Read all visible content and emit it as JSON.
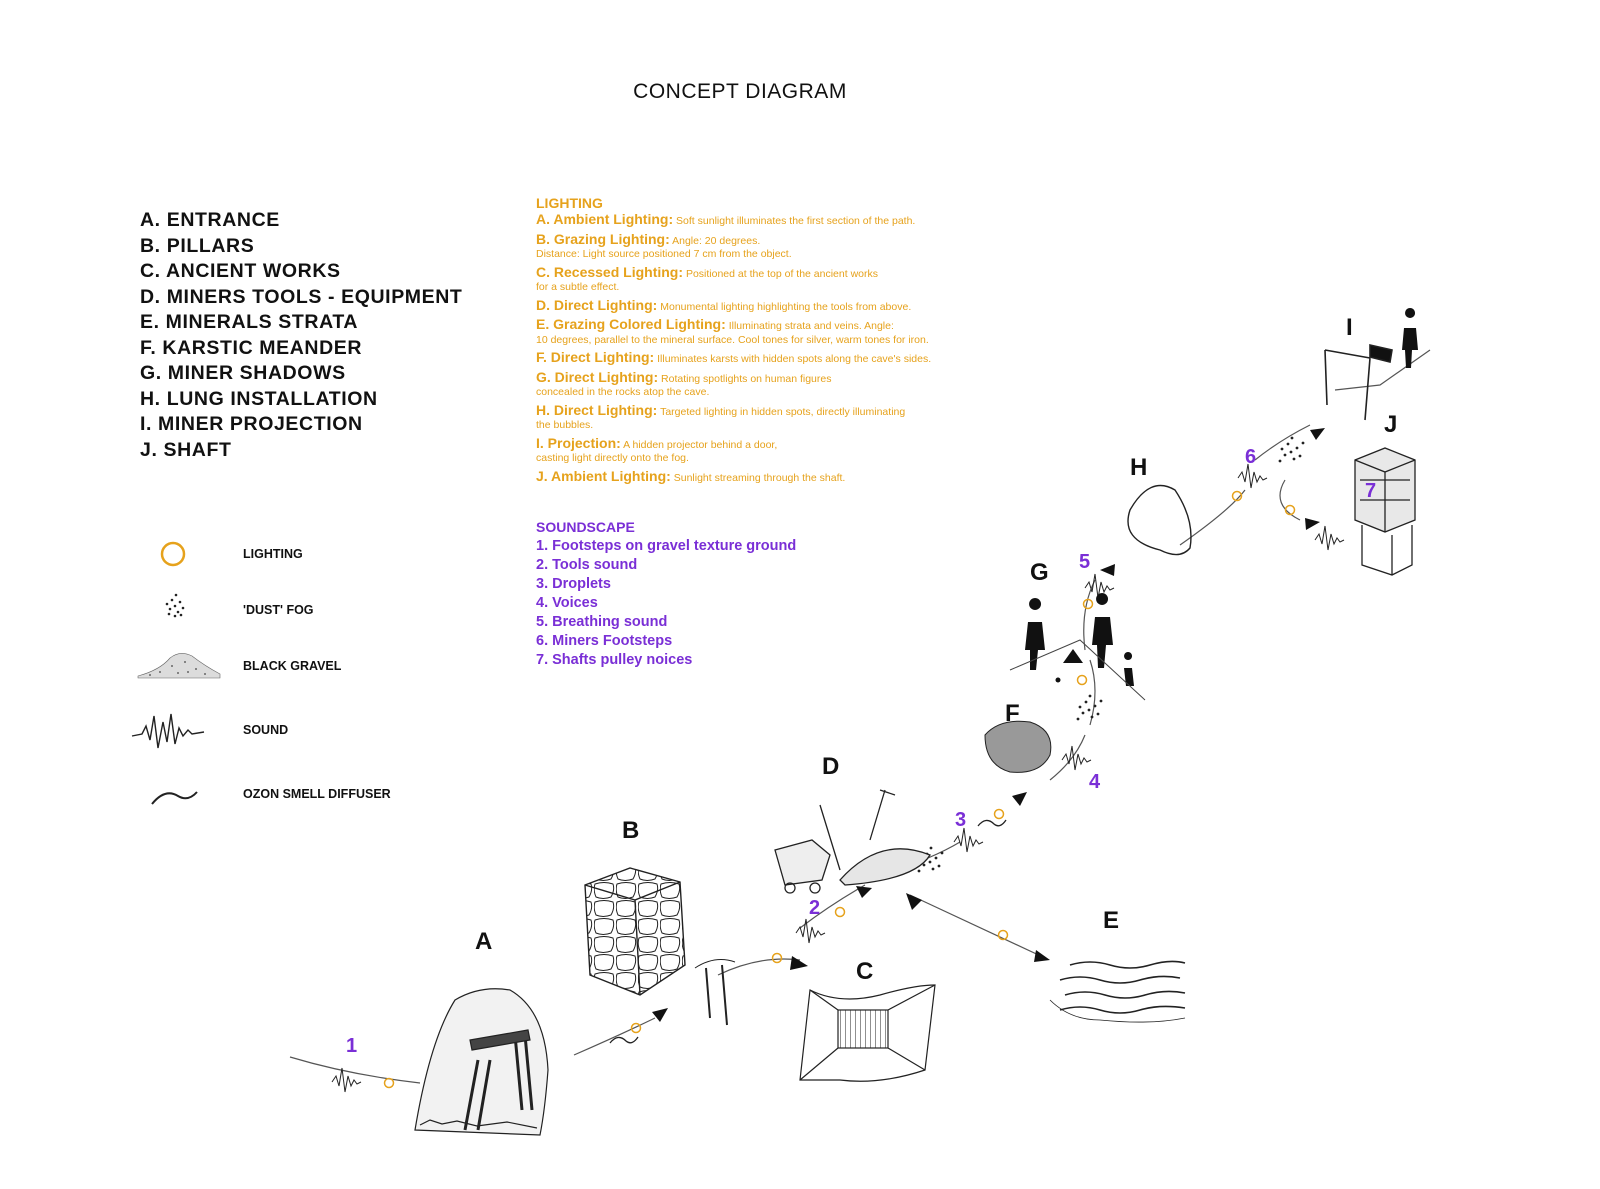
{
  "title": "CONCEPT DIAGRAM",
  "zones": [
    {
      "letter": "A",
      "text": "A.  ENTRANCE"
    },
    {
      "letter": "B",
      "text": "B.  PILLARS"
    },
    {
      "letter": "C",
      "text": "C.  ANCIENT WORKS"
    },
    {
      "letter": "D",
      "text": "D.  MINERS TOOLS - EQUIPMENT"
    },
    {
      "letter": "E",
      "text": "E.  MINERALS STRATA"
    },
    {
      "letter": "F",
      "text": "F.  KARSTIC MEANDER"
    },
    {
      "letter": "G",
      "text": "G.  MINER SHADOWS"
    },
    {
      "letter": "H",
      "text": "H.  LUNG INSTALLATION"
    },
    {
      "letter": "I",
      "text": "I.  MINER PROJECTION"
    },
    {
      "letter": "J",
      "text": "J.  SHAFT"
    }
  ],
  "lighting": {
    "heading": "LIGHTING",
    "items": [
      {
        "label": "A. Ambient Lighting:",
        "desc": "Soft sunlight illuminates the first section of the path."
      },
      {
        "label": "B. Grazing Lighting:",
        "desc": "Angle: 20 degrees.",
        "desc2": "Distance: Light source positioned 7 cm from the object."
      },
      {
        "label": "C. Recessed Lighting:",
        "desc": "Positioned at the top of the ancient works",
        "desc2": "for a subtle effect."
      },
      {
        "label": "D. Direct Lighting:",
        "desc": "Monumental lighting highlighting the tools from above."
      },
      {
        "label": "E. Grazing Colored Lighting:",
        "desc": "Illuminating strata and veins. Angle:",
        "desc2": "10 degrees, parallel to the mineral surface. Cool tones for silver, warm tones for iron."
      },
      {
        "label": "F. Direct Lighting:",
        "desc": "Illuminates karsts with hidden spots along the cave's sides."
      },
      {
        "label": "G. Direct Lighting:",
        "desc": "Rotating spotlights on human figures",
        "desc2": "concealed in the rocks atop the cave."
      },
      {
        "label": "H. Direct Lighting:",
        "desc": "Targeted lighting in hidden spots, directly illuminating",
        "desc2": "the bubbles."
      },
      {
        "label": "I. Projection:",
        "desc": "A hidden projector behind a door,",
        "desc2": "casting light directly onto the fog."
      },
      {
        "label": "J. Ambient Lighting:",
        "desc": "Sunlight streaming through the shaft."
      }
    ]
  },
  "soundscape": {
    "heading": "SOUNDSCAPE",
    "items": [
      "1. Footsteps on gravel texture ground",
      "2. Tools sound",
      "3. Droplets",
      "4. Voices",
      "5. Breathing sound",
      "6. Miners Footsteps",
      "7. Shafts pulley noices"
    ]
  },
  "legend": [
    {
      "icon": "lighting-circle-icon",
      "label": "LIGHTING"
    },
    {
      "icon": "dust-fog-icon",
      "label": "'DUST' FOG"
    },
    {
      "icon": "black-gravel-icon",
      "label": "BLACK GRAVEL"
    },
    {
      "icon": "sound-wave-icon",
      "label": "SOUND"
    },
    {
      "icon": "ozon-smell-diffuser-icon",
      "label": "OZON SMELL DIFFUSER"
    }
  ],
  "diagram": {
    "zone_labels": [
      "A",
      "B",
      "C",
      "D",
      "E",
      "F",
      "G",
      "H",
      "I",
      "J"
    ],
    "sound_numbers": [
      "1",
      "2",
      "3",
      "4",
      "5",
      "6",
      "7"
    ]
  },
  "colors": {
    "lighting": "#e6a21c",
    "sound": "#7a2fd6",
    "ink": "#111111"
  }
}
